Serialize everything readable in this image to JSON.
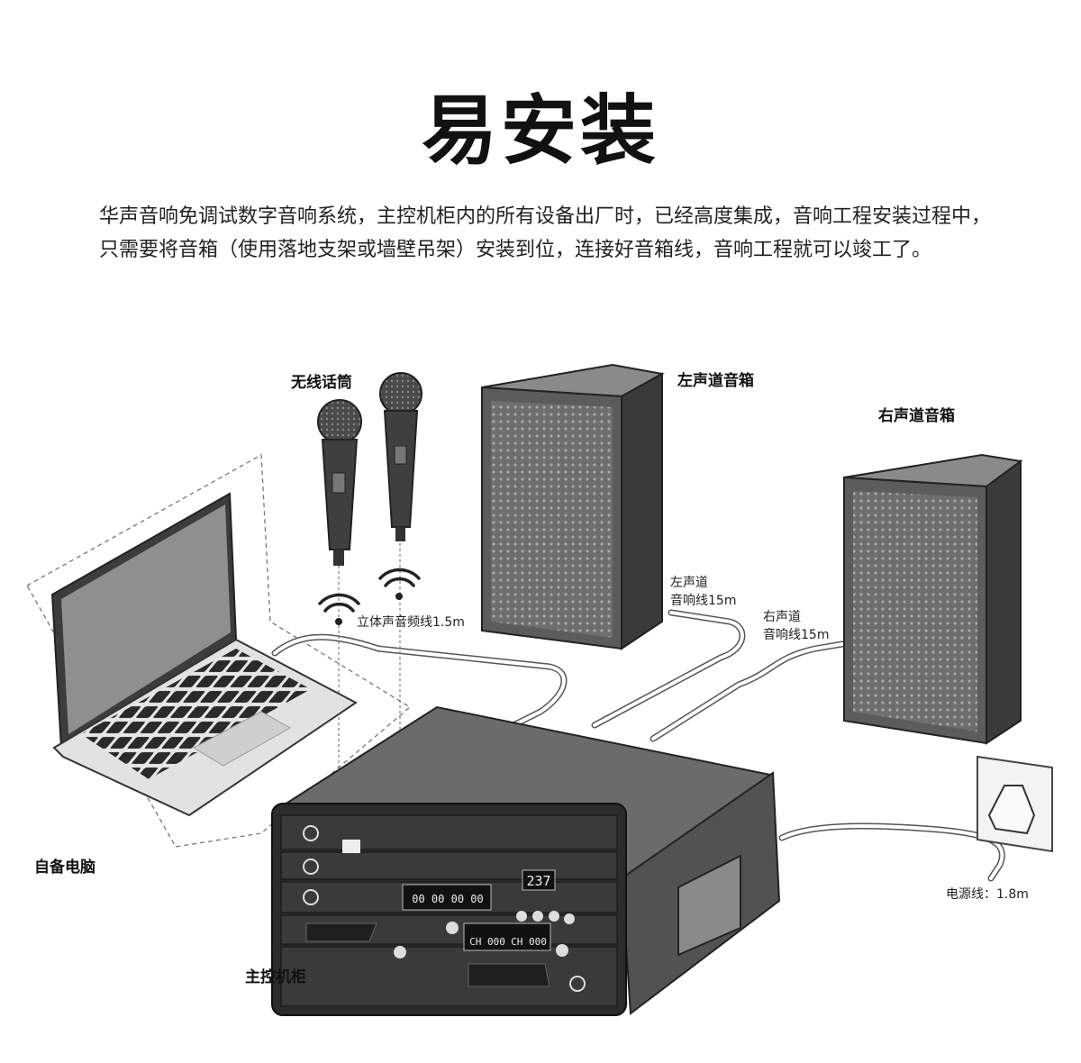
{
  "title": "易安装",
  "intro": "华声音响免调试数字音响系统，主控机柜内的所有设备出厂时，已经高度集成，音响工程安装过程中，只需要将音箱（使用落地支架或墙壁吊架）安装到位，连接好音箱线，音响工程就可以竣工了。",
  "labels": {
    "mics": "无线话筒",
    "left_speaker": "左声道音箱",
    "right_speaker": "右声道音箱",
    "laptop": "自备电脑",
    "cabinet": "主控机柜"
  },
  "cables": {
    "stereo": "立体声音频线1.5m",
    "left_line1": "左声道",
    "left_line2": "音响线15m",
    "right_line1": "右声道",
    "right_line2": "音响线15m",
    "power": "电源线：1.8m"
  },
  "device_display": {
    "timer": "237",
    "counter": "00 00 00 00",
    "channel_a": "CH 000",
    "channel_b": "CH 000"
  }
}
